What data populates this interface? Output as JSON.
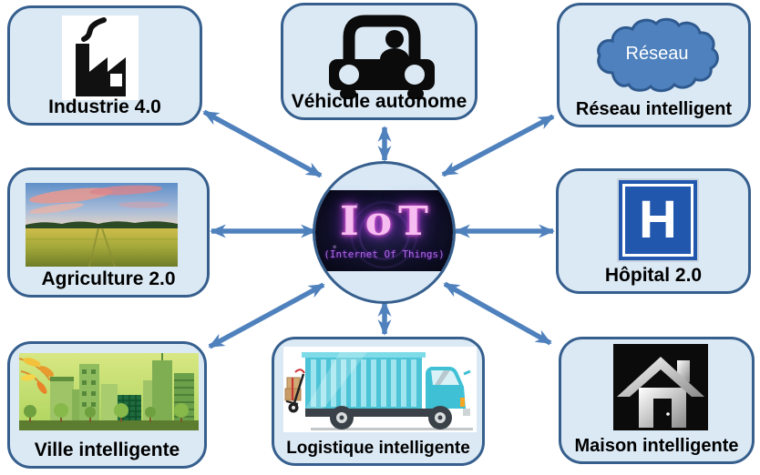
{
  "diagram": {
    "title_hint": "IoT application domains diagram",
    "center": {
      "title": "IoT",
      "subtitle": "(Internet Of Things)"
    },
    "nodes": [
      {
        "id": "industrie",
        "label": "Industrie 4.0",
        "icon": "factory-icon"
      },
      {
        "id": "vehicule",
        "label": "Véhicule autonome",
        "icon": "autonomous-car-icon"
      },
      {
        "id": "reseau",
        "label": "Réseau intelligent",
        "icon": "network-cloud-icon",
        "cloud_text": "Réseau"
      },
      {
        "id": "agriculture",
        "label": "Agriculture 2.0",
        "icon": "wheat-field-photo"
      },
      {
        "id": "hopital",
        "label": "Hôpital 2.0",
        "icon": "hospital-h-sign",
        "sign_letter": "H"
      },
      {
        "id": "ville",
        "label": "Ville intelligente",
        "icon": "green-city-illustration"
      },
      {
        "id": "logistique",
        "label": "Logistique intelligente",
        "icon": "delivery-truck-illustration"
      },
      {
        "id": "maison",
        "label": "Maison intelligente",
        "icon": "smart-home-icon"
      }
    ],
    "colors": {
      "node_fill": "#dbe9f4",
      "node_border": "#365f8e",
      "arrow": "#4f81bd",
      "hospital_blue": "#2257ae",
      "cloud_fill": "#4e81bd",
      "iot_glow_pink": "#f6bdf0",
      "iot_glow_purple": "#b06ae8"
    }
  }
}
